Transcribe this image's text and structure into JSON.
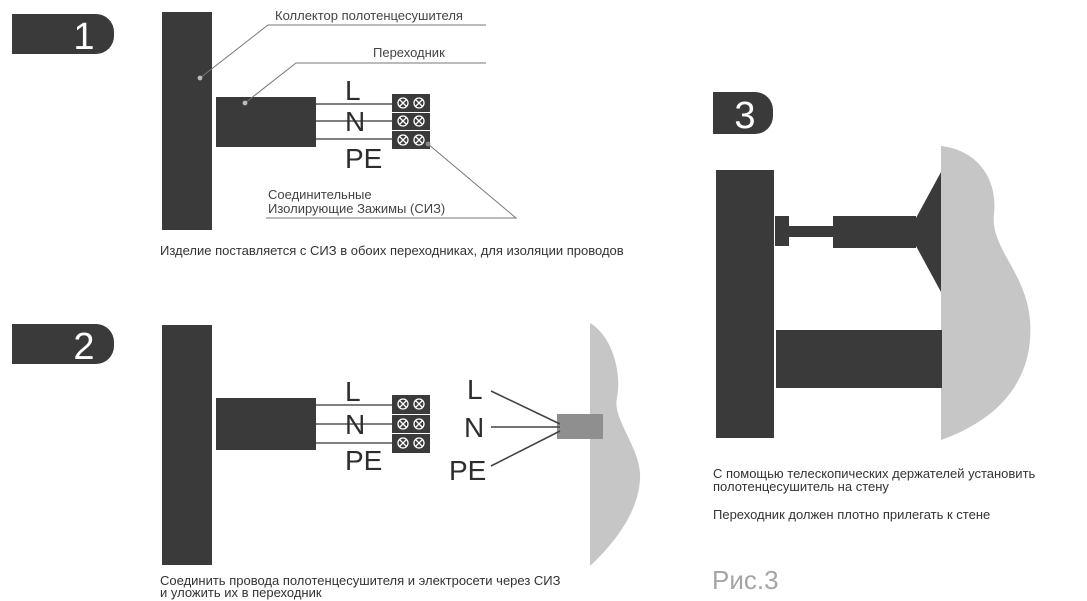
{
  "colors": {
    "dark": "#3a3a3a",
    "wall": "#c6c6c6",
    "plug": "#8f8f8f",
    "line": "#555555",
    "badge_text": "#ffffff"
  },
  "panel1": {
    "number": "1",
    "labels": {
      "collector": "Коллектор полотенцесушителя",
      "adapter": "Переходник",
      "clamps_1": "Соединительные",
      "clamps_2": "Изолирующие Зажимы (СИЗ)"
    },
    "wires": [
      "L",
      "N",
      "PE"
    ],
    "caption": "Изделие поставляется с СИЗ в обоих переходниках, для изоляции проводов"
  },
  "panel2": {
    "number": "2",
    "wires": [
      "L",
      "N",
      "PE"
    ],
    "mains_wires": [
      "L",
      "N",
      "PE"
    ],
    "caption_1": "Соединить провода полотенцесушителя и электросети через СИЗ",
    "caption_2": "и уложить их в переходник"
  },
  "panel3": {
    "number": "3",
    "caption_1": "С помощью телескопических держателей установить",
    "caption_2": "полотенцесушитель на стену",
    "caption_3": "Переходник должен плотно прилегать к стене",
    "figure_label": "Рис.3"
  }
}
